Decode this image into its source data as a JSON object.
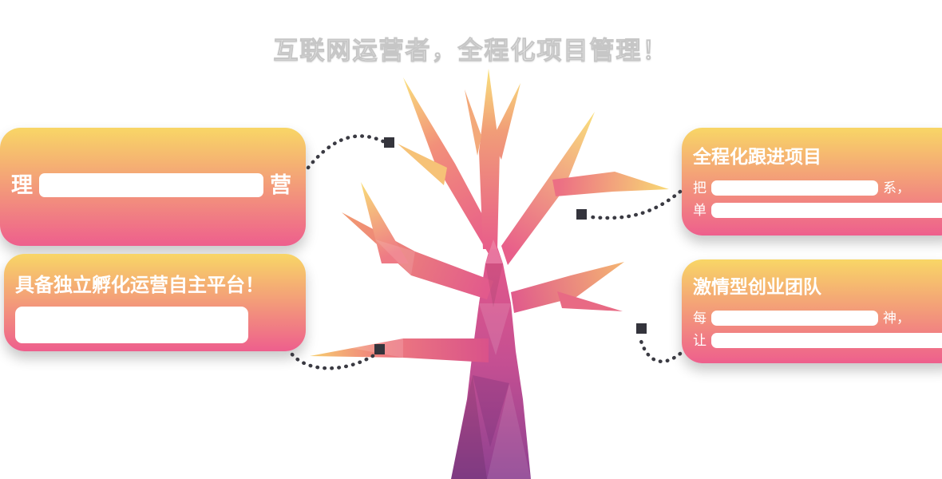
{
  "title": "互联网运营者，全程化项目管理！",
  "cards": {
    "top_left": {
      "heading_start": "理",
      "heading_end": "营"
    },
    "bottom_left": {
      "heading": "具备独立孵化运营自主平台！"
    },
    "top_right": {
      "heading": "全程化跟进项目",
      "line1_start": "把",
      "line1_end": "系，",
      "line2_start": "单"
    },
    "bottom_right": {
      "heading": "激情型创业团队",
      "line1_start": "每",
      "line1_end": "神，",
      "line2_start": "让"
    }
  },
  "colors": {
    "card_gradient_top": "#f8d666",
    "card_gradient_bottom": "#ee5f8d",
    "connector": "#3a3a42",
    "title_color": "#ffffff"
  }
}
